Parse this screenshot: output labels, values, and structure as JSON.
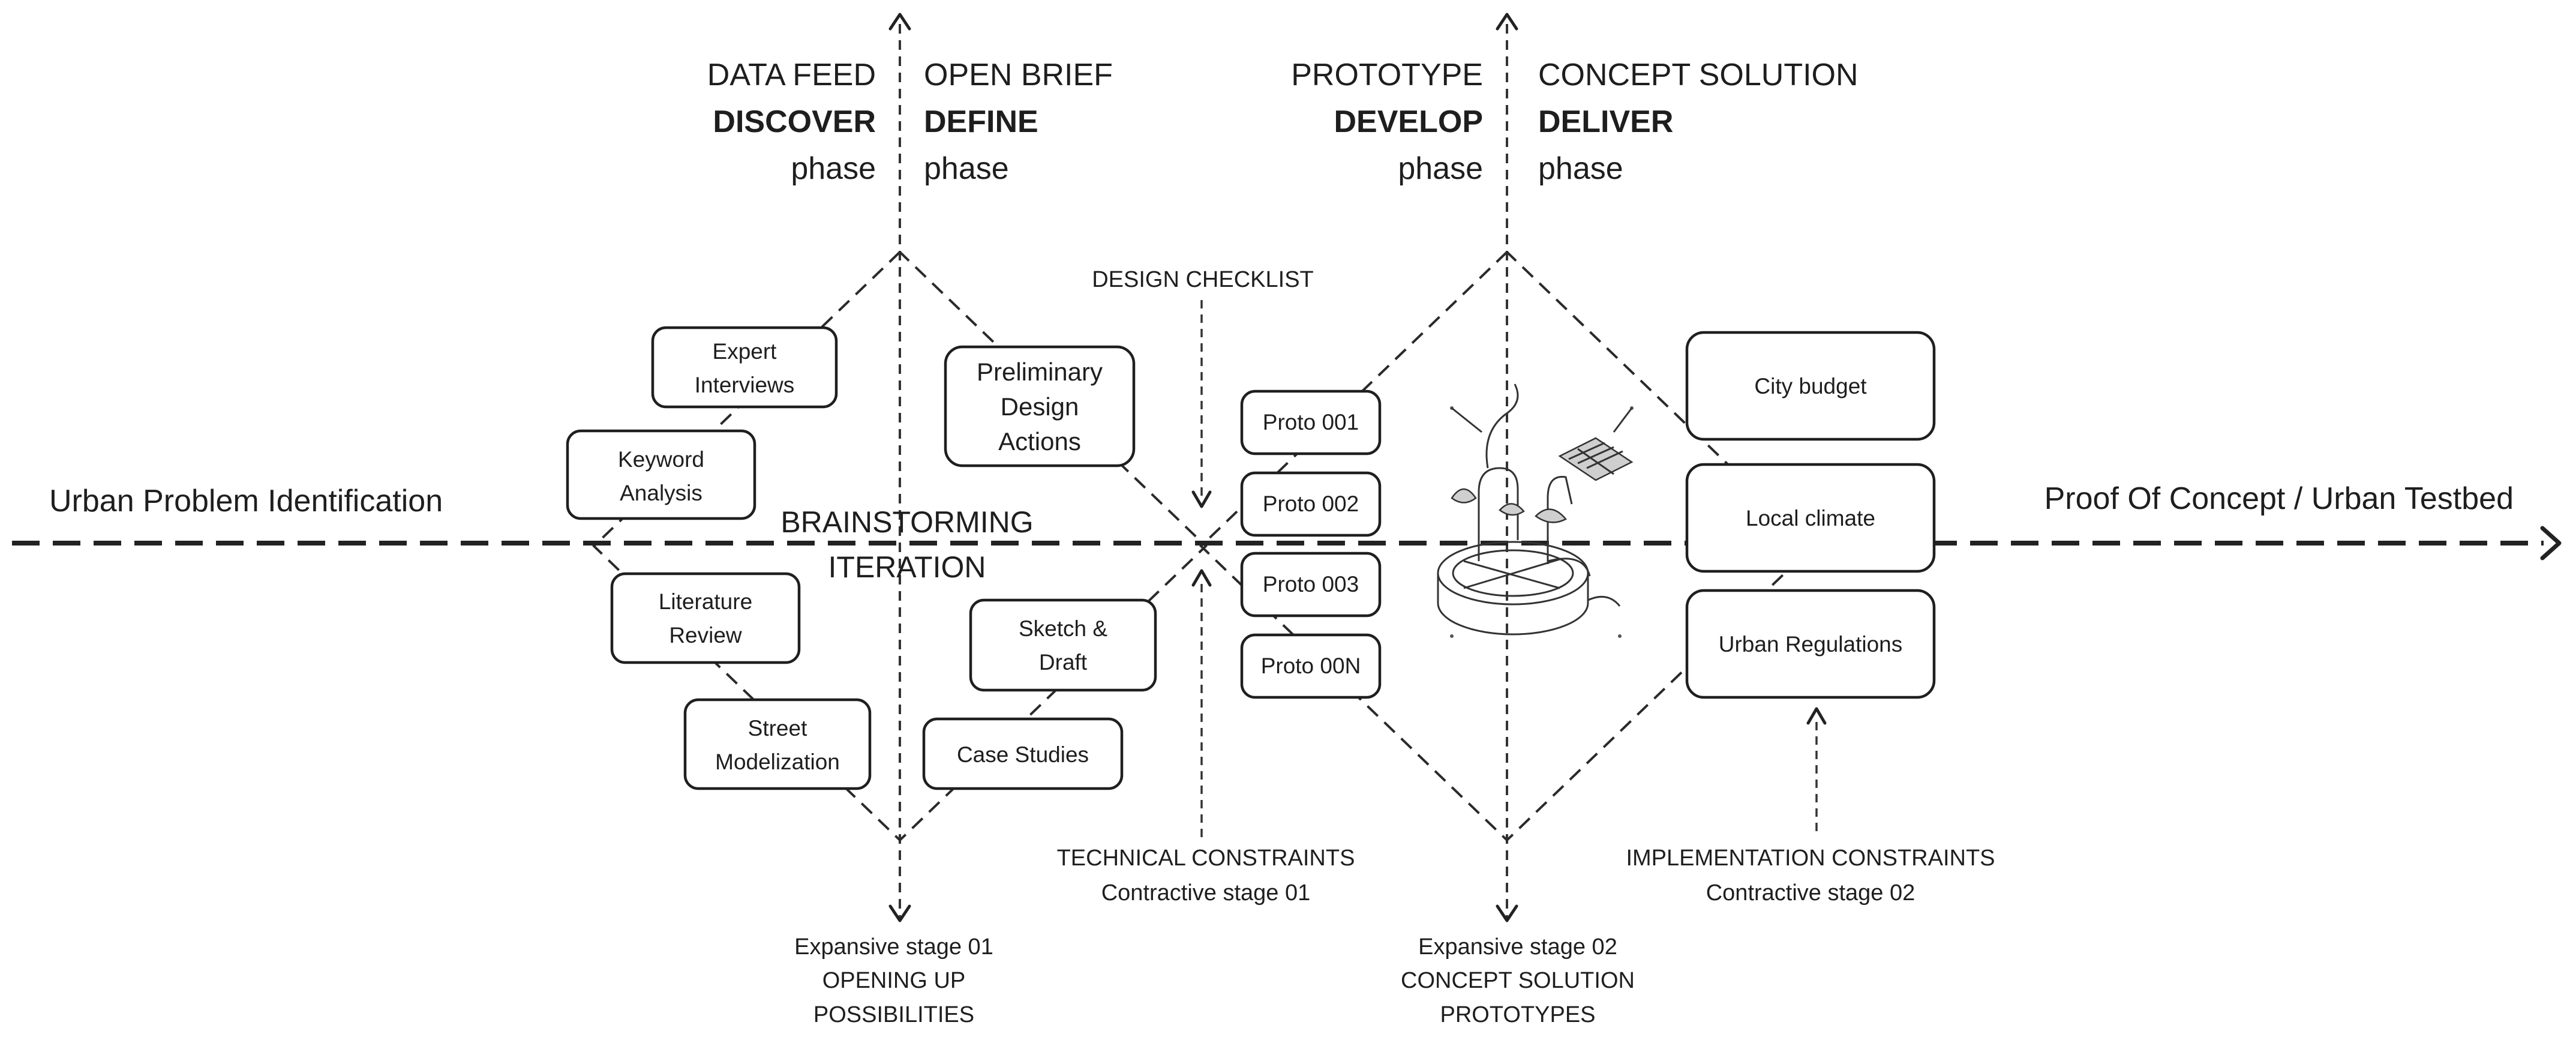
{
  "axis": {
    "left_label": "Urban Problem Identification",
    "right_label": "Proof Of Concept / Urban Testbed"
  },
  "phases": {
    "discover": {
      "top": "DATA FEED",
      "name": "DISCOVER",
      "suffix": "phase"
    },
    "define": {
      "top": "OPEN BRIEF",
      "name": "DEFINE",
      "suffix": "phase"
    },
    "develop": {
      "top": "PROTOTYPE",
      "name": "DEVELOP",
      "suffix": "phase"
    },
    "deliver": {
      "top": "CONCEPT SOLUTION",
      "name": "DELIVER",
      "suffix": "phase"
    }
  },
  "center": {
    "line1": "BRAINSTORMING",
    "line2": "ITERATION"
  },
  "annotations": {
    "design_checklist": "DESIGN CHECKLIST",
    "technical_constraints": "TECHNICAL CONSTRAINTS",
    "contractive_01": "Contractive stage 01",
    "implementation_constraints": "IMPLEMENTATION CONSTRAINTS",
    "contractive_02": "Contractive stage 02",
    "expansive_01": "Expansive stage 01",
    "expansive_01_l2": "OPENING UP",
    "expansive_01_l3": "POSSIBILITIES",
    "expansive_02": "Expansive stage 02",
    "expansive_02_l2": "CONCEPT SOLUTION",
    "expansive_02_l3": "PROTOTYPES"
  },
  "boxes": {
    "expert": [
      "Expert",
      "Interviews"
    ],
    "keyword": [
      "Keyword",
      "Analysis"
    ],
    "literature": [
      "Literature",
      "Review"
    ],
    "street": [
      "Street",
      "Modelization"
    ],
    "preliminary": [
      "Preliminary",
      "Design",
      "Actions"
    ],
    "sketch": [
      "Sketch &",
      "Draft"
    ],
    "case": [
      "Case Studies"
    ],
    "proto1": "Proto 001",
    "proto2": "Proto 002",
    "proto3": "Proto 003",
    "proto4": "Proto 00N",
    "city_budget": "City budget",
    "local_climate": "Local climate",
    "urban_regulations": "Urban Regulations"
  }
}
